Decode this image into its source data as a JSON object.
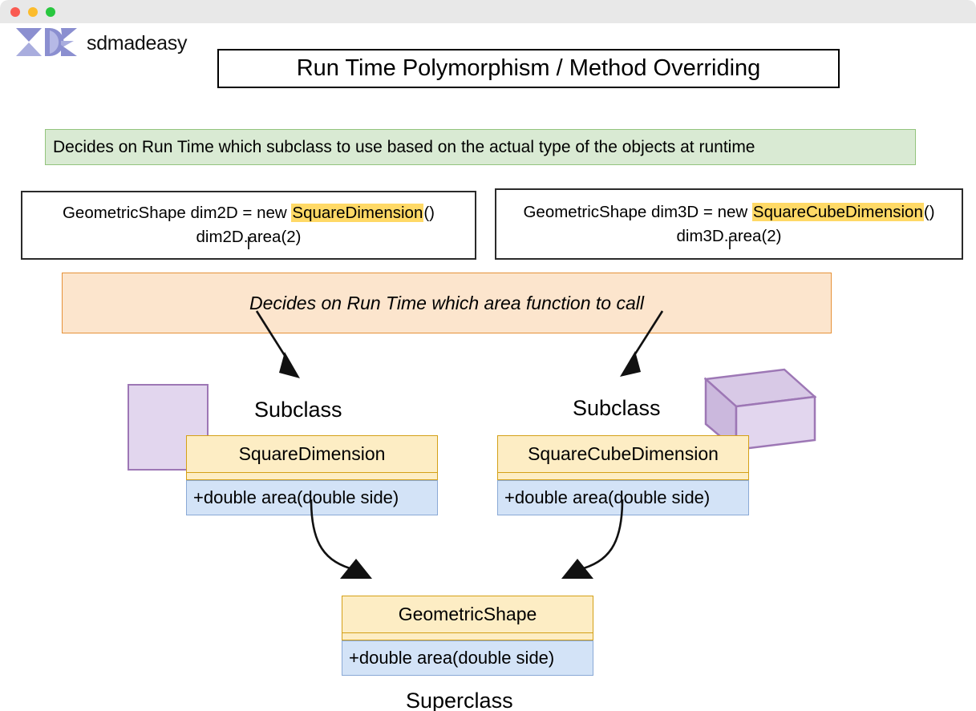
{
  "window": {
    "controls": [
      {
        "name": "close",
        "color": "#fa5a51"
      },
      {
        "name": "minimize",
        "color": "#fcbc2c"
      },
      {
        "name": "maximize",
        "color": "#28c73f"
      }
    ]
  },
  "brand": {
    "name": "sdmadeasy",
    "logo_icon": "sdmadeasy-logo-icon"
  },
  "header": {
    "title": "Run Time Polymorphism / Method Overriding"
  },
  "banners": {
    "green": {
      "text": "Decides on Run Time which subclass to use based on the actual type of the objects at runtime",
      "background": "#d9ead3",
      "border": "#93c47d"
    },
    "orange": {
      "text": "Decides on Run Time which area function to call",
      "background": "#fce5cd",
      "border": "#e69138"
    }
  },
  "code_boxes": [
    {
      "id": "left",
      "line1_before": "GeometricShape dim2D = new ",
      "line1_highlight": "SquareDimension",
      "line1_after": "()",
      "line2": "dim2D.area(2)",
      "highlight_color": "#ffd966"
    },
    {
      "id": "right",
      "line1_before": "GeometricShape dim3D = new ",
      "line1_highlight": "SquareCubeDimension",
      "line1_after": "()",
      "line2": "dim3D.area(2)",
      "highlight_color": "#ffd966"
    }
  ],
  "classes": {
    "subclass_left": {
      "role_label": "Subclass",
      "name": "SquareDimension",
      "method": "+double area(double side)",
      "name_bg": "#fdedc4",
      "method_bg": "#d3e3f7"
    },
    "subclass_right": {
      "role_label": "Subclass",
      "name": "SquareCubeDimension",
      "method": "+double area(double side)",
      "name_bg": "#fdedc4",
      "method_bg": "#d3e3f7"
    },
    "superclass": {
      "role_label": "Superclass",
      "name": "GeometricShape",
      "method": "+double area(double side)",
      "name_bg": "#fdedc4",
      "method_bg": "#d3e3f7"
    }
  },
  "shapes": {
    "square_2d": {
      "icon": "purple-square-icon",
      "fill": "#e2d6ee",
      "stroke": "#9d77b5"
    },
    "cube_3d": {
      "icon": "purple-cube-icon",
      "front_fill": "#e2d6ee",
      "top_fill": "#d8c9e6",
      "side_fill": "#cbb8dd",
      "stroke": "#9d77b5"
    }
  }
}
